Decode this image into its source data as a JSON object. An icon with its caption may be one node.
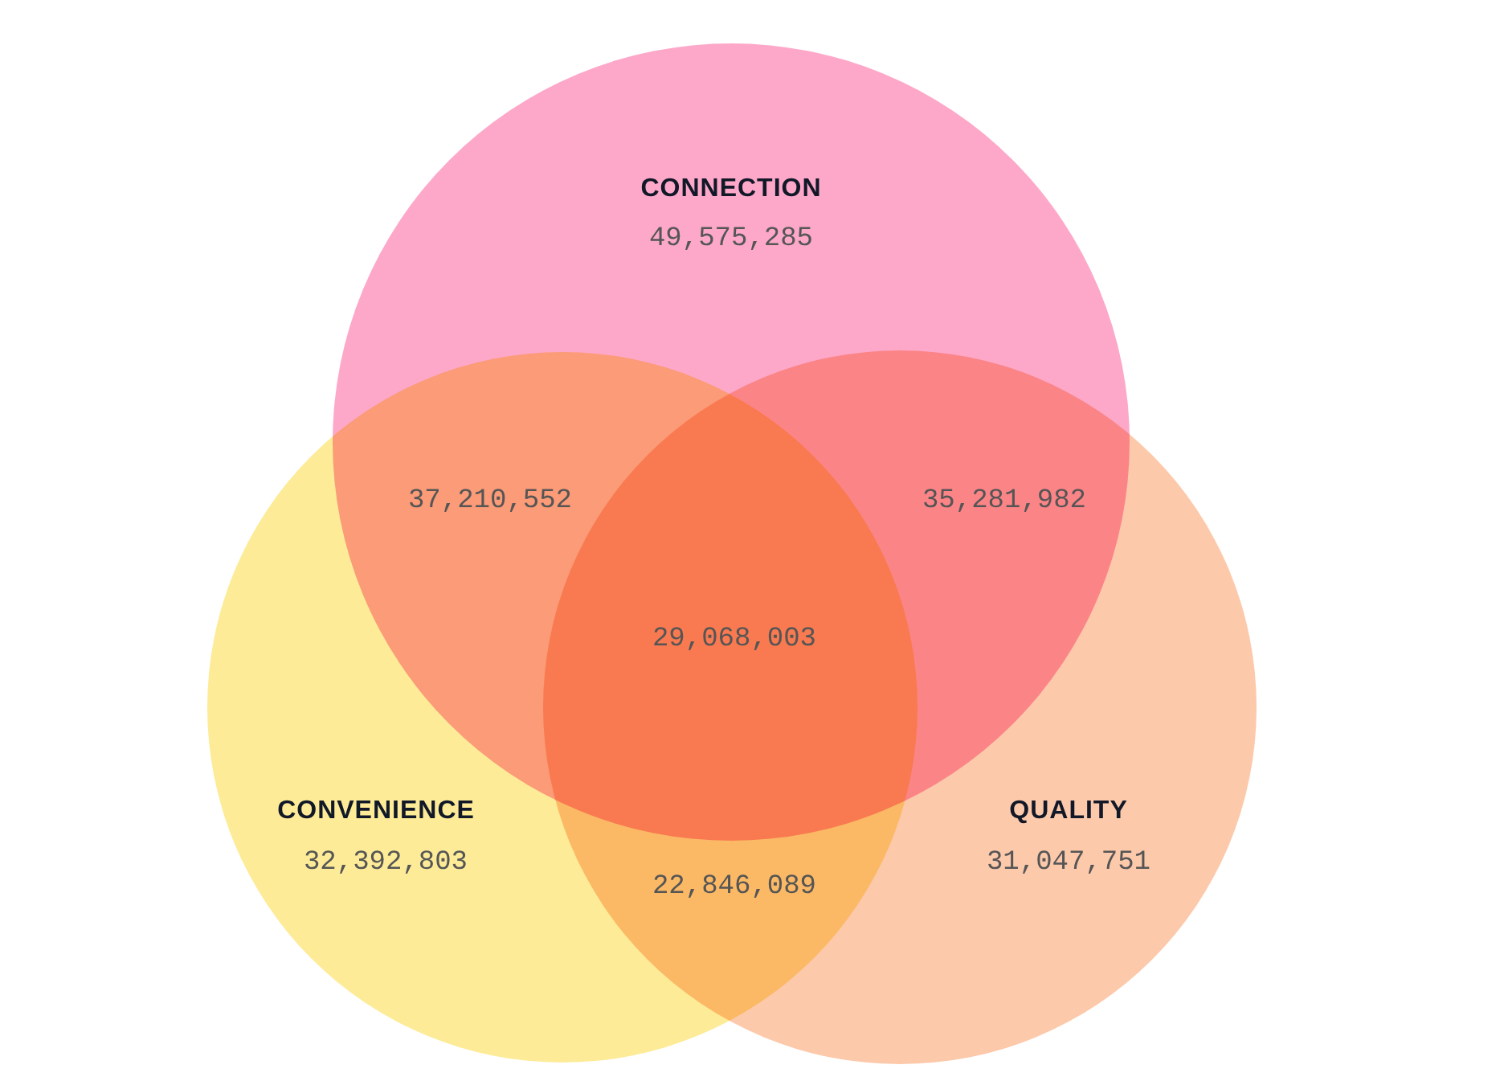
{
  "diagram": {
    "nodes": [
      {
        "text": [
          "CONNECTION",
          "49,575,285"
        ]
      },
      {
        "text": [
          "CONVENIENCE",
          "32,392,803"
        ]
      },
      {
        "text": [
          "QUALITY",
          "31,047,751"
        ]
      }
    ],
    "labels": [
      "37,210,552",
      "35,281,982",
      "29,068,003",
      "22,846,089"
    ]
  }
}
